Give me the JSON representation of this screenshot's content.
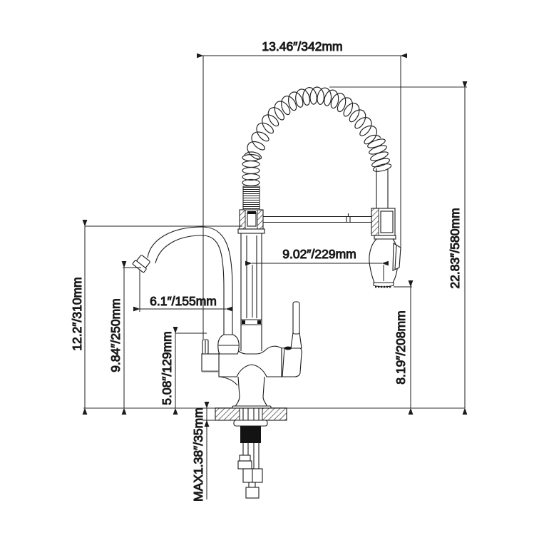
{
  "colors": {
    "line": "#1c1c1c",
    "reference_line": "#8a8a8a",
    "background": "#ffffff",
    "nut_fill": "#131313"
  },
  "dimensions": {
    "overall_width": "13.46″/342mm",
    "overall_height": "22.83″/580mm",
    "arm_reach": "9.02″/229mm",
    "spout_reach": "6.1″/155mm",
    "spout_height": "12.2″/310mm",
    "nozzle_height": "9.84″/250mm",
    "body_height": "5.08″/129mm",
    "head_to_deck": "8.19″/208mm",
    "max_deck_thickness": "MAX1.38″/35mm"
  }
}
